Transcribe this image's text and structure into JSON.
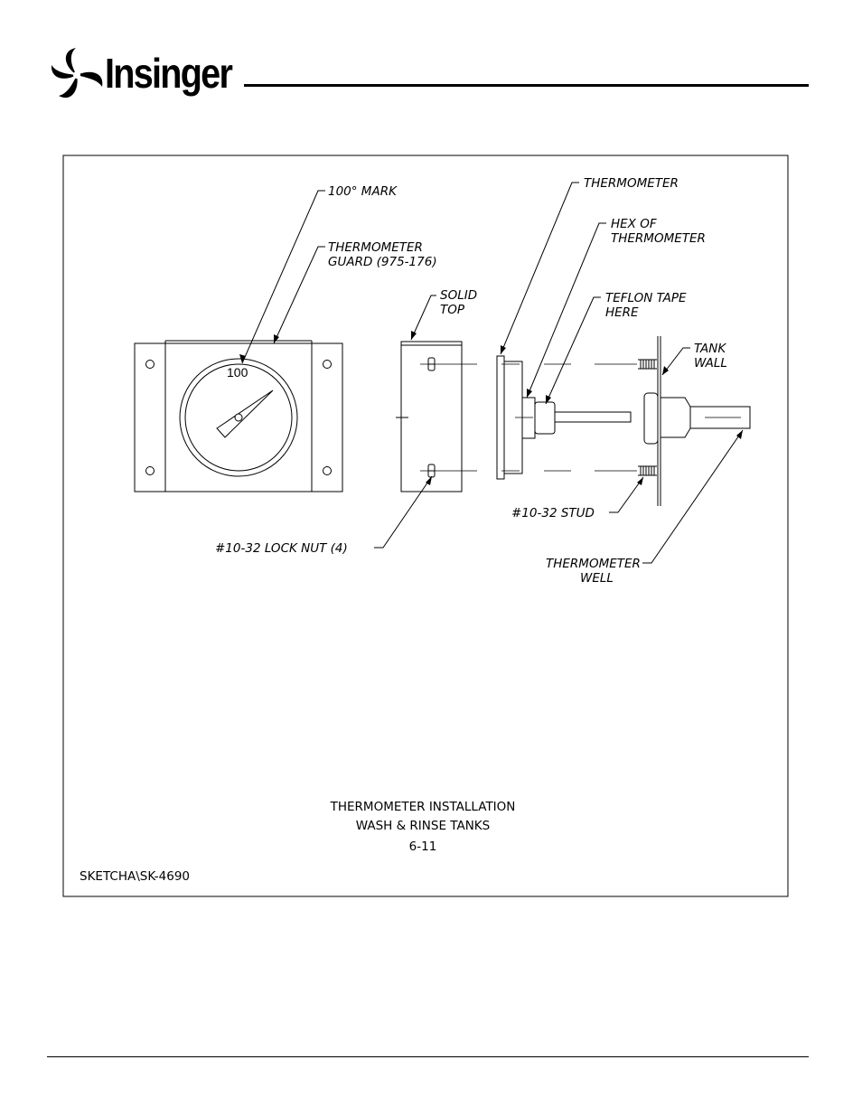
{
  "header": {
    "brand": "Insinger",
    "logo_icon": "swirl-logo-icon"
  },
  "drawing": {
    "labels": {
      "mark_100": "100° MARK",
      "guard_line1": "THERMOMETER",
      "guard_line2": "GUARD (975-176)",
      "solid_top_line1": "SOLID",
      "solid_top_line2": "TOP",
      "thermometer": "THERMOMETER",
      "hex_line1": "HEX OF",
      "hex_line2": "THERMOMETER",
      "teflon_line1": "TEFLON TAPE",
      "teflon_line2": "HERE",
      "tank_wall_line1": "TANK",
      "tank_wall_line2": "WALL",
      "lock_nut": "#10-32 LOCK NUT (4)",
      "stud": "#10-32 STUD",
      "well_line1": "THERMOMETER",
      "well_line2": "WELL",
      "dial_value": "100"
    },
    "caption": {
      "line1": "THERMOMETER INSTALLATION",
      "line2": "WASH & RINSE TANKS",
      "line3": "6-11"
    },
    "file_ref": "SKETCHA\\SK-4690"
  }
}
